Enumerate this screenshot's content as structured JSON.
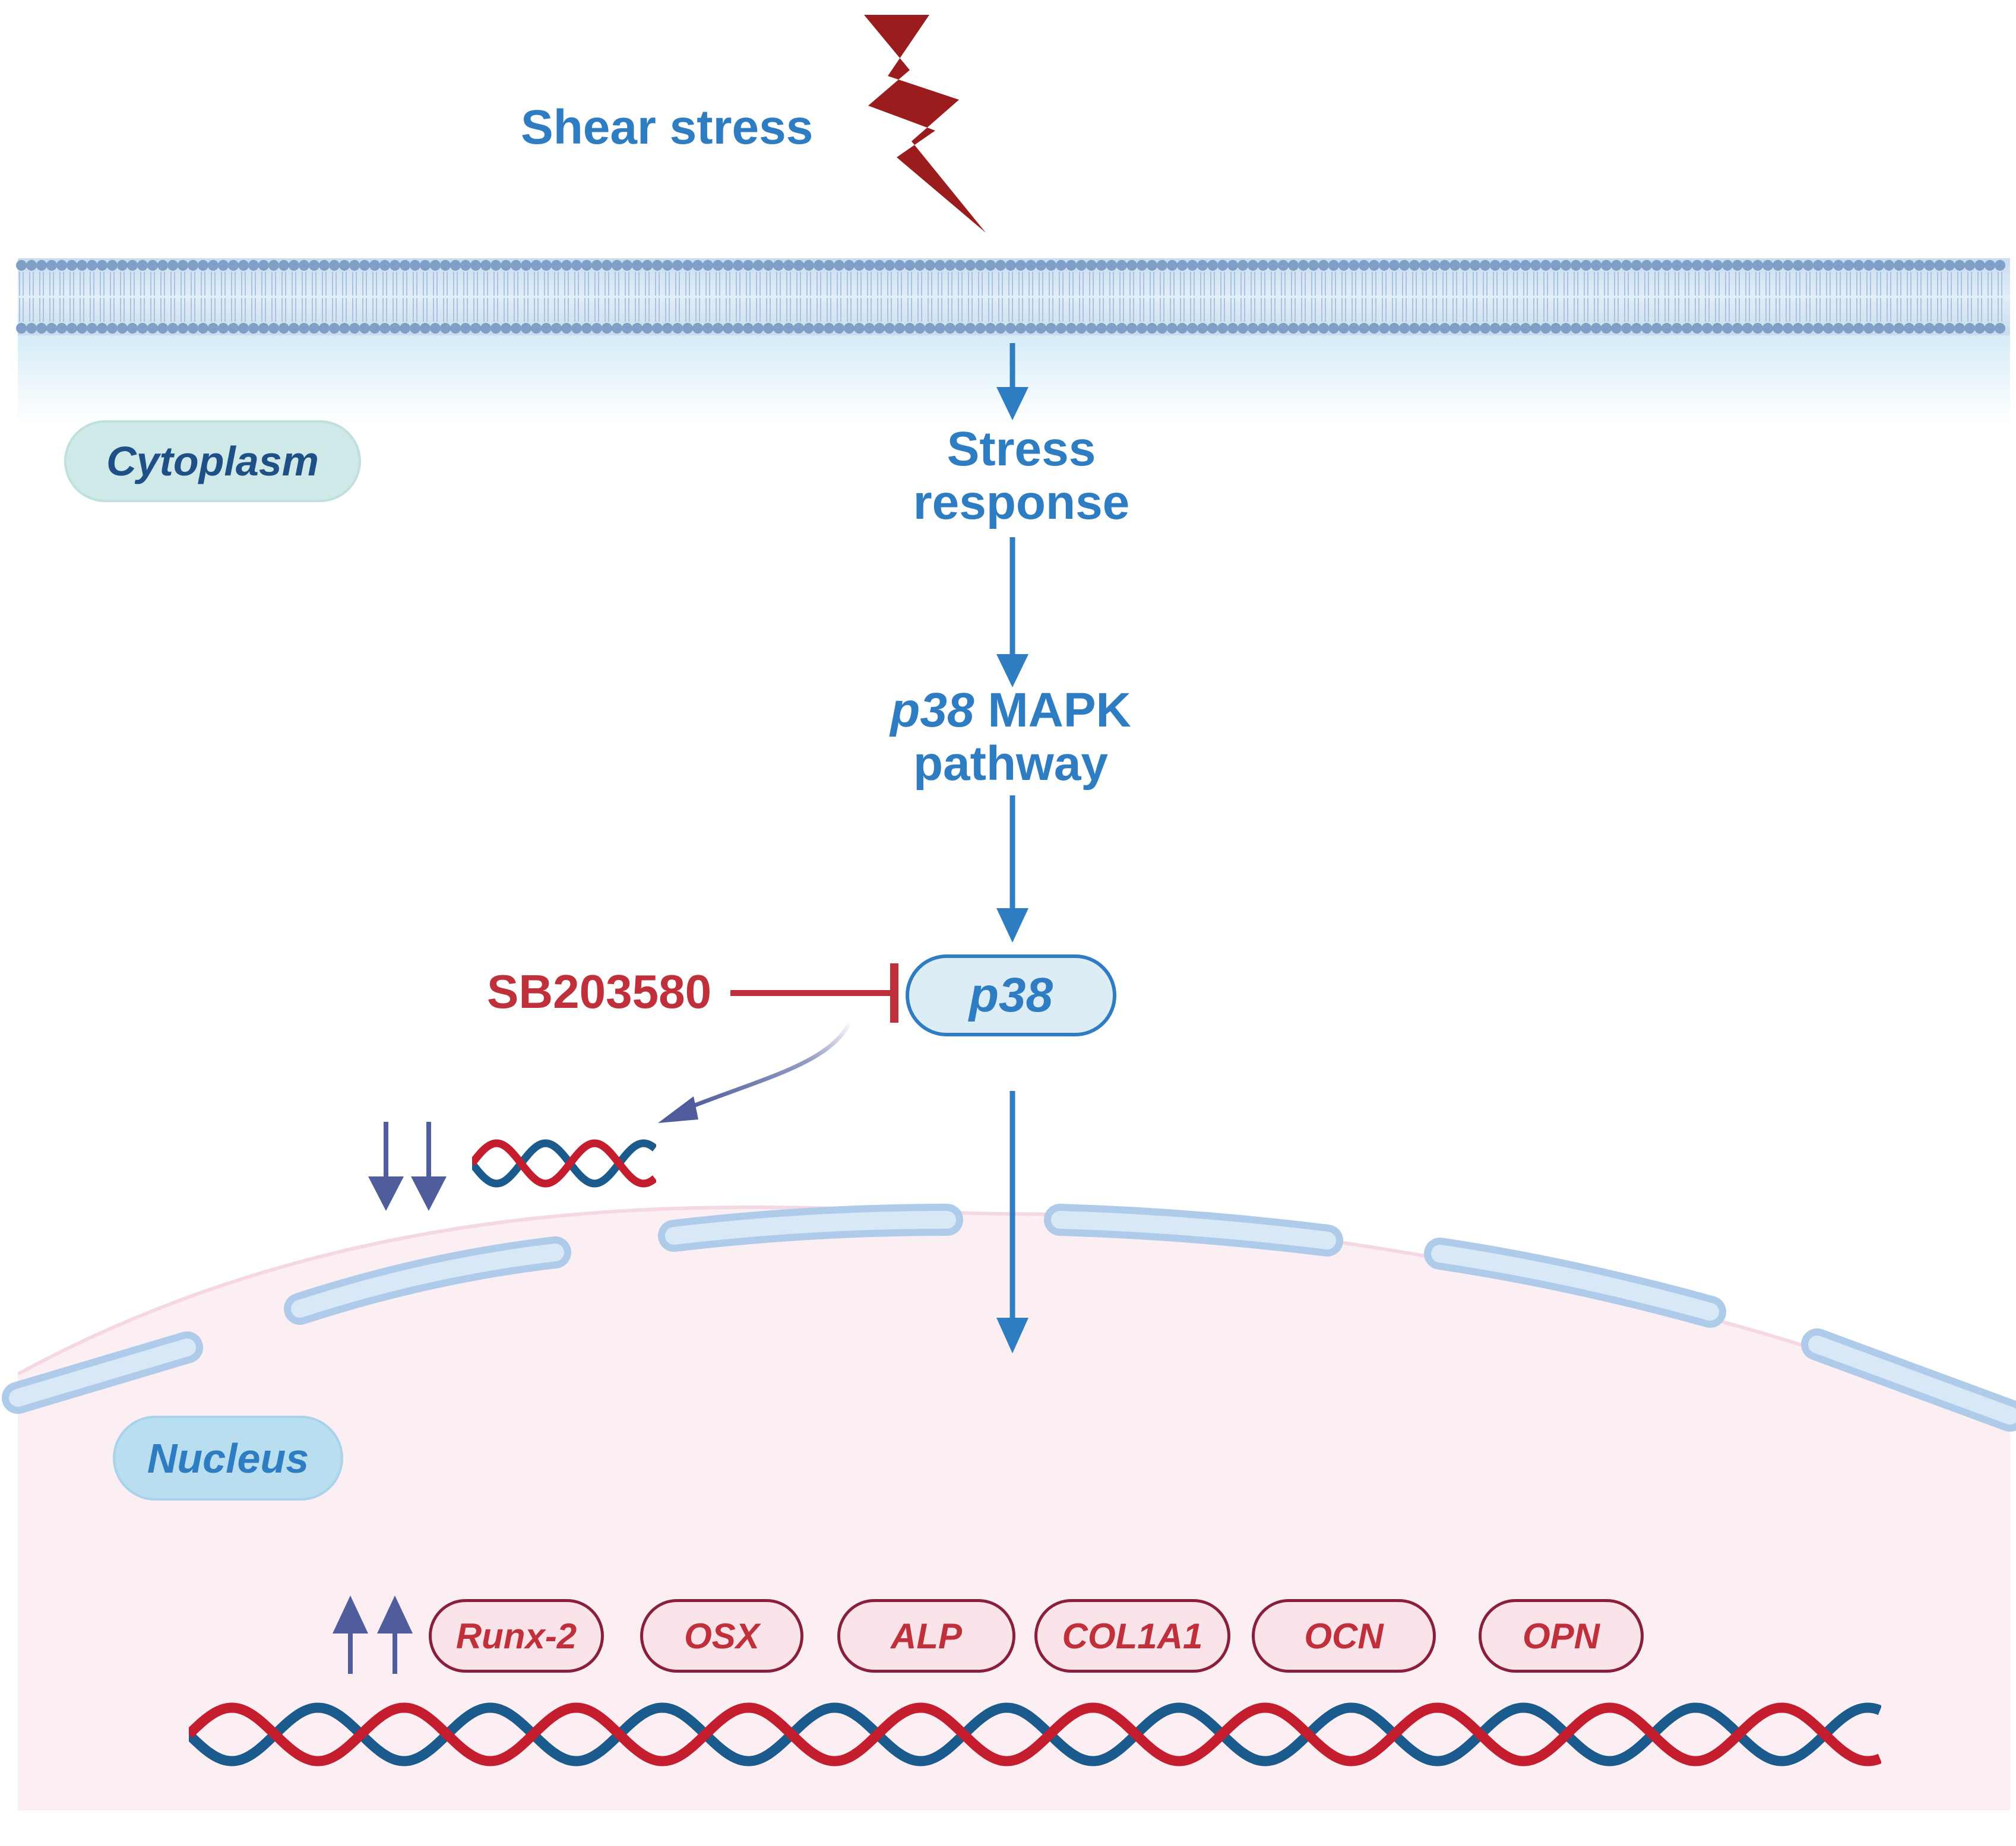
{
  "stimulus": {
    "label": "Shear stress"
  },
  "compartments": {
    "cytoplasm": "Cytoplasm",
    "nucleus": "Nucleus"
  },
  "pathway": {
    "step1_line1": "Stress",
    "step1_line2": "response",
    "step2_italic": "p38",
    "step2_rest": " MAPK",
    "step2_line2": "pathway",
    "kinase": "p38"
  },
  "inhibitor": {
    "label": "SB203580"
  },
  "genes": [
    "Runx-2",
    "OSX",
    "ALP",
    "COL1A1",
    "OCN",
    "OPN"
  ],
  "colors": {
    "text_blue": "#2e7cc2",
    "inhibitor_red": "#c0303a",
    "lightning": "#9b1c1c",
    "arrow_purple": "#4f5d9c",
    "dna_red": "#c41e2e",
    "dna_blue": "#1b5a8c",
    "nucleus_fill": "#fbeff4",
    "membrane": "#7f9fc7"
  },
  "icons": {
    "stimulus": "lightning-bolt-icon",
    "down_regulation": "double-down-arrow-icon",
    "up_regulation": "double-up-arrow-icon",
    "dna": "dna-helix-icon"
  }
}
